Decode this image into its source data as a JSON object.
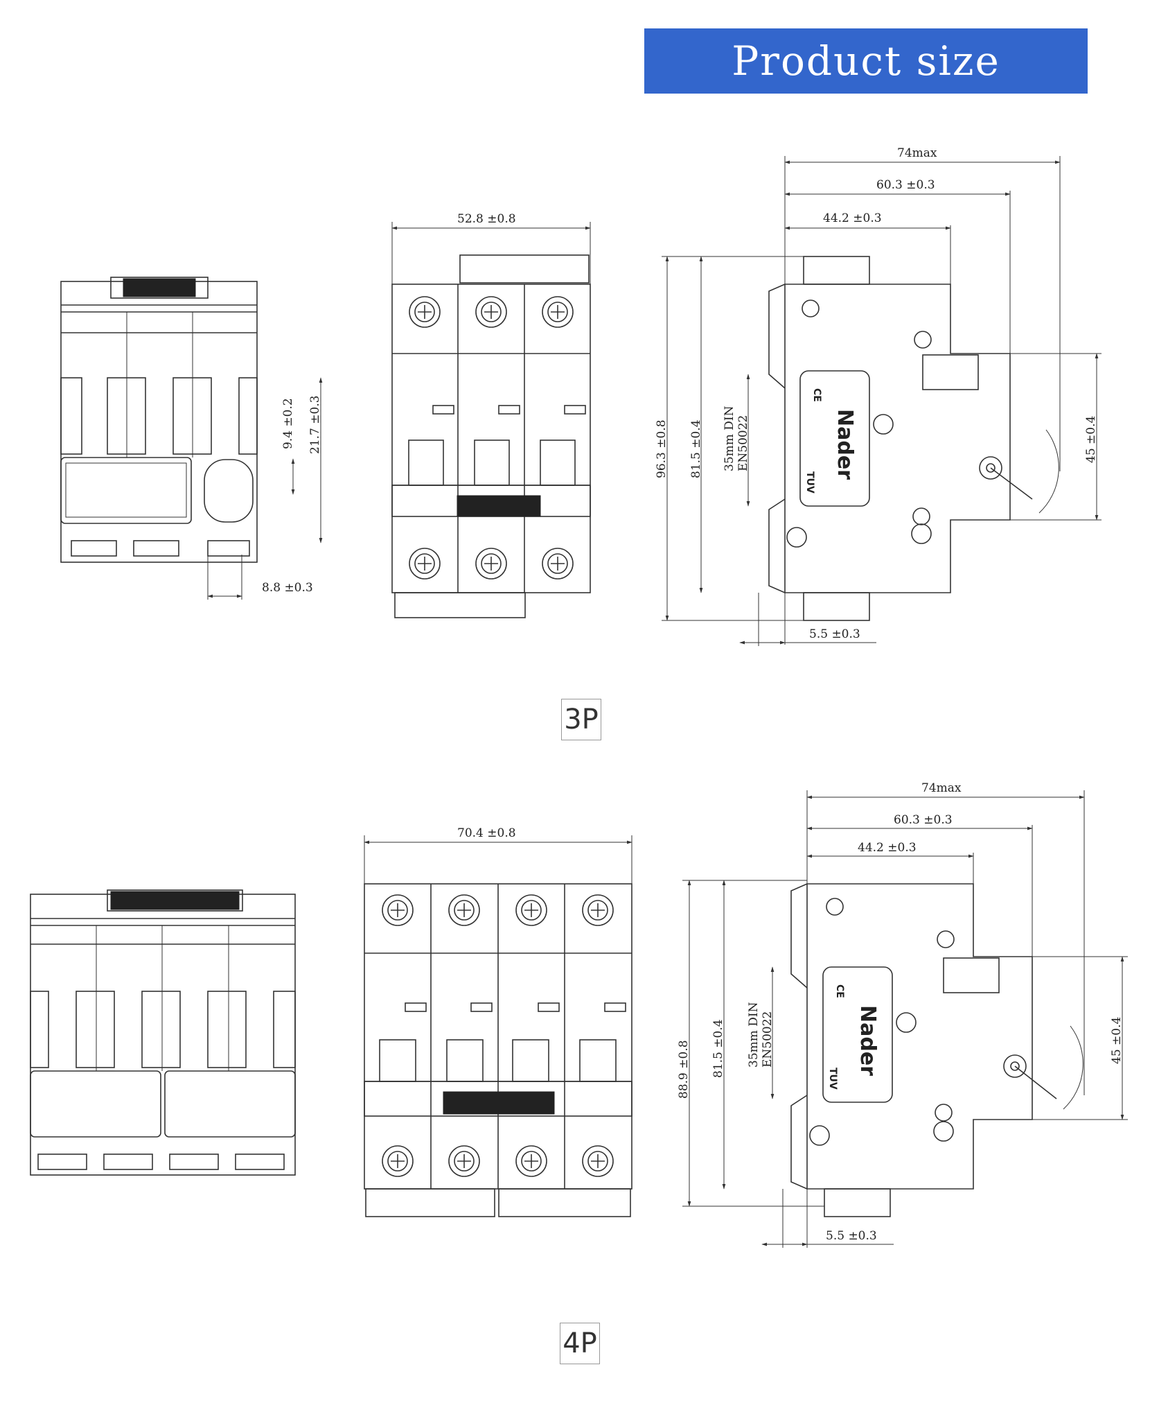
{
  "banner": {
    "title": "Product size",
    "color": "#3366cc"
  },
  "sections": [
    {
      "label": "3P",
      "front": {
        "width": "52.8 ±0.8"
      },
      "side_small": {
        "dim_a": "9.4 ±0.2",
        "dim_b": "21.7 ±0.3",
        "dim_c": "8.8 ±0.3"
      },
      "side": {
        "max": "74max",
        "mid": "60.3 ±0.3",
        "inner": "44.2 ±0.3",
        "height": "96.3 ±0.8",
        "height_inner": "81.5 ±0.4",
        "din_1": "35mm DIN",
        "din_2": "EN50022",
        "right": "45 ±0.4",
        "bottom": "5.5 ±0.3",
        "brand": "Nader",
        "ce": "CE",
        "mark": "TUV"
      }
    },
    {
      "label": "4P",
      "front": {
        "width": "70.4 ±0.8"
      },
      "side": {
        "max": "74max",
        "mid": "60.3 ±0.3",
        "inner": "44.2 ±0.3",
        "height": "88.9 ±0.8",
        "height_inner": "81.5 ±0.4",
        "din_1": "35mm DIN",
        "din_2": "EN50022",
        "right": "45 ±0.4",
        "bottom": "5.5 ±0.3",
        "brand": "Nader",
        "ce": "CE",
        "mark": "TUV"
      }
    }
  ]
}
